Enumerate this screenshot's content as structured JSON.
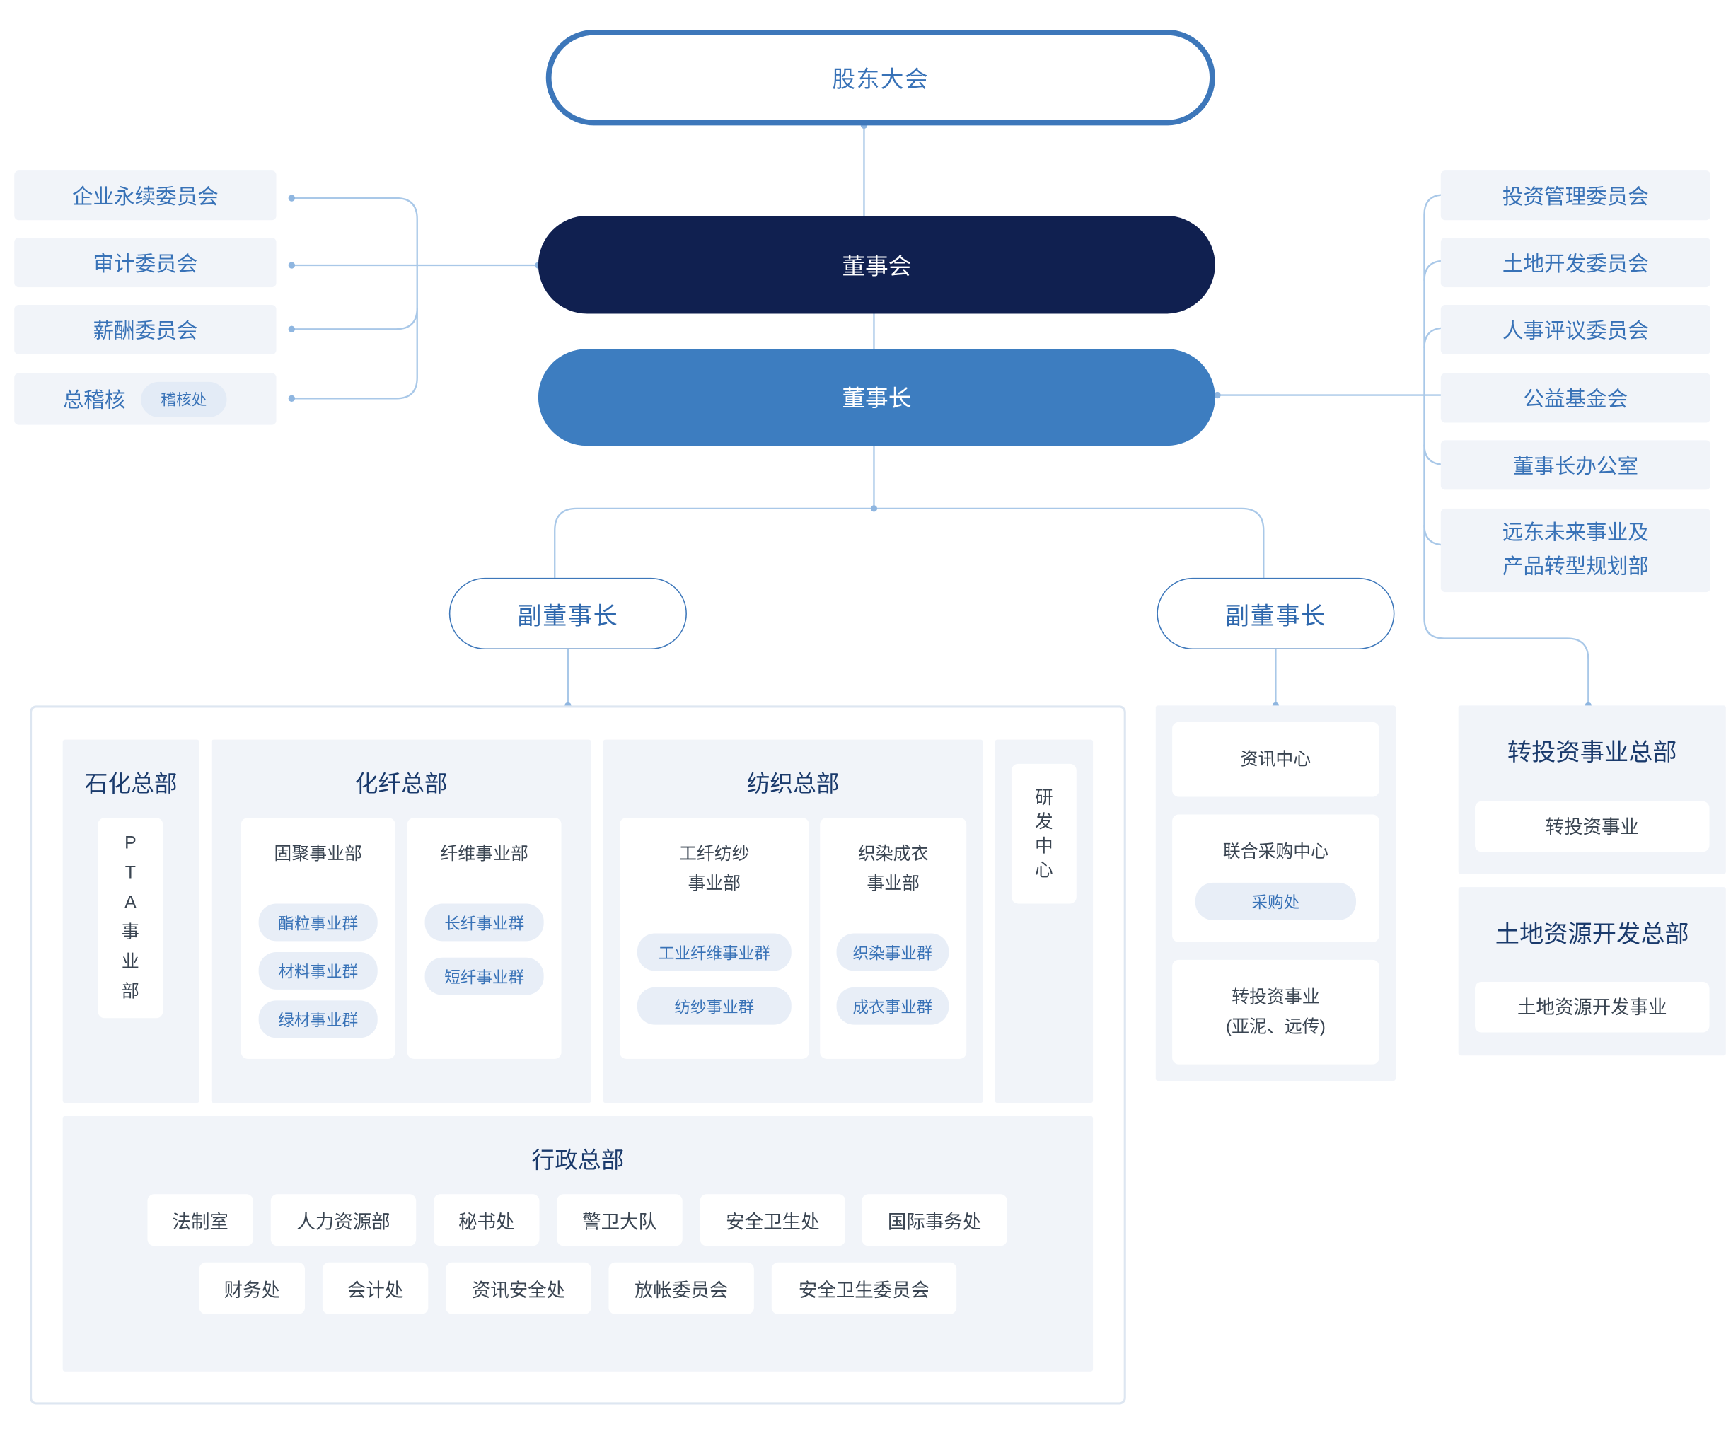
{
  "top": {
    "shareholders": "股东大会",
    "board": "董事会",
    "chairman": "董事长"
  },
  "left_committees": [
    "企业永续委员会",
    "审计委员会",
    "薪酬委员会",
    "总稽核"
  ],
  "audit_tag": "稽核处",
  "right_units": [
    "投资管理委员会",
    "土地开发委员会",
    "人事评议委员会",
    "公益基金会",
    "董事长办公室",
    "远东未来事业及",
    "产品转型规划部"
  ],
  "vice_chairmen": [
    "副董事长",
    "副董事长"
  ],
  "petrochem": {
    "title": "石化总部",
    "vertical": [
      "P",
      "T",
      "A",
      "事",
      "业",
      "部"
    ]
  },
  "chem_fiber": {
    "title": "化纤总部",
    "units": [
      {
        "name": "固聚事业部",
        "groups": [
          "酯粒事业群",
          "材料事业群",
          "绿材事业群"
        ]
      },
      {
        "name": "纤维事业部",
        "groups": [
          "长纤事业群",
          "短纤事业群"
        ]
      }
    ]
  },
  "textile": {
    "title": "纺织总部",
    "units": [
      {
        "name_line1": "工纤纺纱",
        "name_line2": "事业部",
        "groups": [
          "工业纤维事业群",
          "纺纱事业群"
        ]
      },
      {
        "name_line1": "织染成衣",
        "name_line2": "事业部",
        "groups": [
          "织染事业群",
          "成衣事业群"
        ]
      }
    ]
  },
  "rnd": {
    "vertical": [
      "研",
      "发",
      "中",
      "心"
    ]
  },
  "admin": {
    "title": "行政总部",
    "row1": [
      "法制室",
      "人力资源部",
      "秘书处",
      "警卫大队",
      "安全卫生处",
      "国际事务处"
    ],
    "row2": [
      "财务处",
      "会计处",
      "资讯安全处",
      "放帐委员会",
      "安全卫生委员会"
    ]
  },
  "middle_column": {
    "info_center": "资讯中心",
    "procurement": "联合采购中心",
    "procurement_tag": "采购处",
    "invest_line1": "转投资事业",
    "invest_line2": "(亚泥、远传)"
  },
  "right_column": {
    "invest_hq": "转投资事业总部",
    "invest_biz": "转投资事业",
    "land_hq": "土地资源开发总部",
    "land_biz": "土地资源开发事业"
  },
  "colors": {
    "navy": "#102050",
    "blue": "#3d7dc0",
    "accent": "#3872b7",
    "line": "#a9c8e8",
    "panel": "#f1f4f9"
  }
}
